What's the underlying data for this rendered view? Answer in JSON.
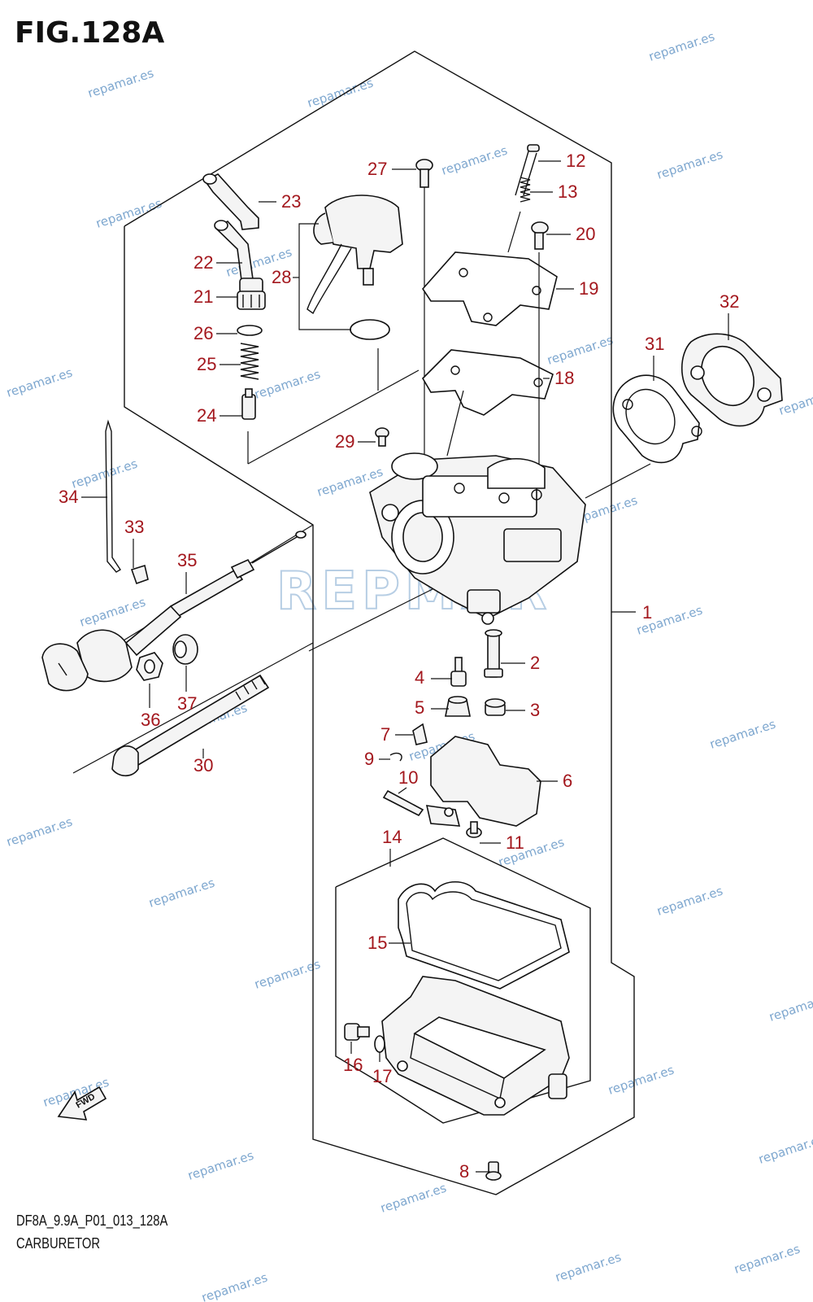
{
  "figure": {
    "title": "FIG.128A",
    "model_code": "DF8A_9.9A_P01_013_128A",
    "caption": "CARBURETOR",
    "fwd_label": "FWD",
    "logo_text": "REPMAR"
  },
  "colors": {
    "callout": "#a3171d",
    "watermark": "#7ea7cf",
    "line": "#111111"
  },
  "callouts": [
    {
      "id": "1",
      "label": "1"
    },
    {
      "id": "2",
      "label": "2"
    },
    {
      "id": "3",
      "label": "3"
    },
    {
      "id": "4",
      "label": "4"
    },
    {
      "id": "5",
      "label": "5"
    },
    {
      "id": "6",
      "label": "6"
    },
    {
      "id": "7",
      "label": "7"
    },
    {
      "id": "8",
      "label": "8"
    },
    {
      "id": "9",
      "label": "9"
    },
    {
      "id": "10",
      "label": "10"
    },
    {
      "id": "11",
      "label": "11"
    },
    {
      "id": "12",
      "label": "12"
    },
    {
      "id": "13",
      "label": "13"
    },
    {
      "id": "14",
      "label": "14"
    },
    {
      "id": "15",
      "label": "15"
    },
    {
      "id": "16",
      "label": "16"
    },
    {
      "id": "17",
      "label": "17"
    },
    {
      "id": "18",
      "label": "18"
    },
    {
      "id": "19",
      "label": "19"
    },
    {
      "id": "20",
      "label": "20"
    },
    {
      "id": "21",
      "label": "21"
    },
    {
      "id": "22",
      "label": "22"
    },
    {
      "id": "23",
      "label": "23"
    },
    {
      "id": "24",
      "label": "24"
    },
    {
      "id": "25",
      "label": "25"
    },
    {
      "id": "26",
      "label": "26"
    },
    {
      "id": "27",
      "label": "27"
    },
    {
      "id": "28",
      "label": "28"
    },
    {
      "id": "29",
      "label": "29"
    },
    {
      "id": "30",
      "label": "30"
    },
    {
      "id": "31",
      "label": "31"
    },
    {
      "id": "32",
      "label": "32"
    },
    {
      "id": "33",
      "label": "33"
    },
    {
      "id": "34",
      "label": "34"
    },
    {
      "id": "35",
      "label": "35"
    },
    {
      "id": "36",
      "label": "36"
    },
    {
      "id": "37",
      "label": "37"
    }
  ],
  "watermark_text": "repamar.es"
}
